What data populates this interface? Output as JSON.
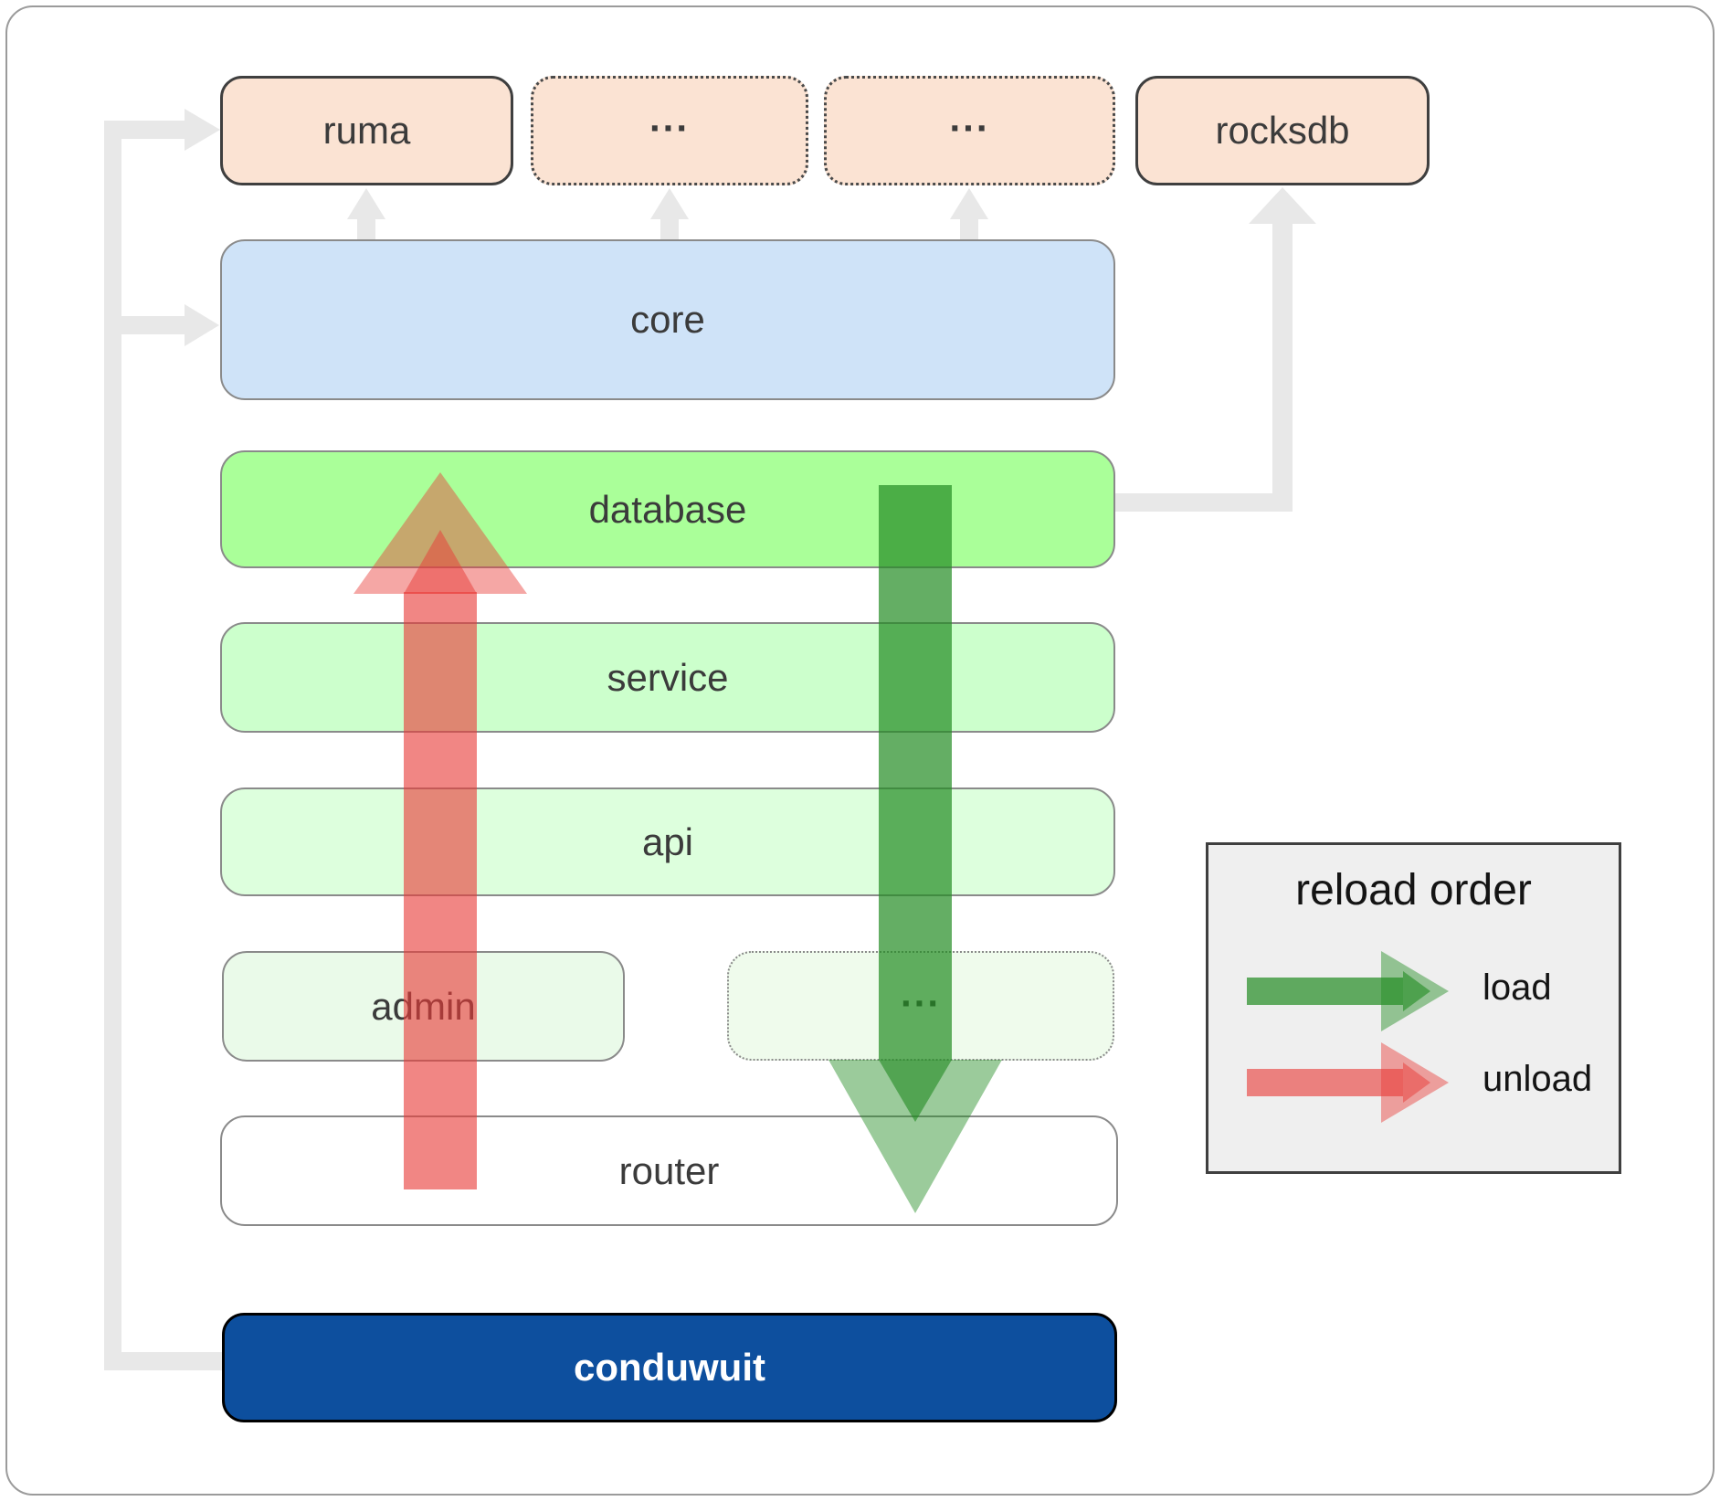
{
  "diagram": {
    "boxes": {
      "ruma": {
        "label": "ruma"
      },
      "ellipsis1": {
        "label": "..."
      },
      "ellipsis2": {
        "label": "..."
      },
      "rocksdb": {
        "label": "rocksdb"
      },
      "core": {
        "label": "core"
      },
      "database": {
        "label": "database"
      },
      "service": {
        "label": "service"
      },
      "api": {
        "label": "api"
      },
      "admin": {
        "label": "admin"
      },
      "admin_ellipsis": {
        "label": "..."
      },
      "router": {
        "label": "router"
      },
      "conduwuit": {
        "label": "conduwuit"
      }
    }
  },
  "legend": {
    "title": "reload order",
    "load_label": "load",
    "unload_label": "unload"
  },
  "colors": {
    "connector": "#e8e8e8",
    "load": "#228b22",
    "unload": "#e83c38",
    "peach_fill": "#fbe3d3",
    "core_fill": "#cfe3f8",
    "database_fill": "#aaff99",
    "service_fill": "#ccffcc",
    "api_fill": "#ddffdd",
    "admin_fill": "#eafae9",
    "conduwuit_fill": "#0d4f9e",
    "legend_bg": "#efefef"
  }
}
